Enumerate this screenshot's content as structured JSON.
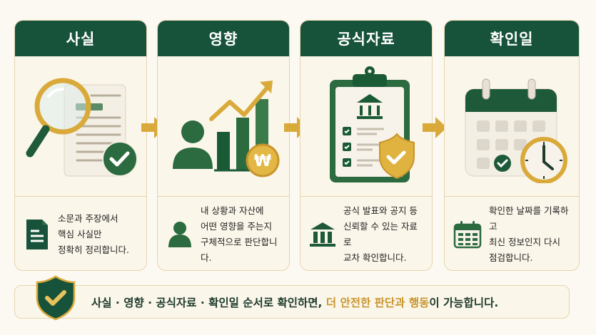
{
  "steps": [
    {
      "title": "사실",
      "art_icon": "magnifier-document-check-icon",
      "desc_icon": "document-icon",
      "lines": [
        "소문과 주장에서",
        "핵심 사실만",
        "정확히 정리합니다."
      ]
    },
    {
      "title": "영향",
      "art_icon": "person-growth-chart-won-icon",
      "desc_icon": "person-icon",
      "lines": [
        "내 상황과 자산에",
        "어떤 영향을 주는지",
        "구체적으로 판단합니다."
      ]
    },
    {
      "title": "공식자료",
      "art_icon": "clipboard-institution-shield-icon",
      "desc_icon": "institution-icon",
      "lines": [
        "공식 발표와 공지 등",
        "신뢰할 수 있는 자료로",
        "교차 확인합니다."
      ]
    },
    {
      "title": "확인일",
      "art_icon": "calendar-clock-icon",
      "desc_icon": "calendar-icon",
      "lines": [
        "확인한 날짜를 기록하고",
        "최신 정보인지 다시",
        "점검합니다."
      ]
    }
  ],
  "banner": {
    "icon": "shield-check-icon",
    "part1": "사실 · 영향 · 공식자료 · 확인일 순서로 확인하면, ",
    "hl1": "더 안전한 판단",
    "part2": "과 ",
    "hl2": "행동",
    "part3": "이 가능합니다."
  },
  "colors": {
    "primary_green": "#17523a",
    "accent_gold": "#d9a93a",
    "card_bg": "#fbf6ea",
    "border": "#e6d5ad",
    "page_bg": "#fcf9f2"
  }
}
